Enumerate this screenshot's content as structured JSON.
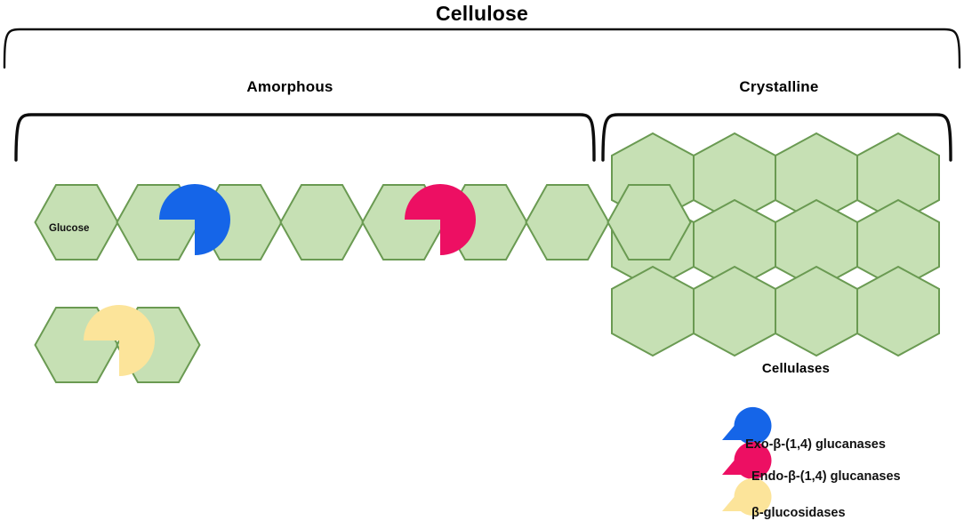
{
  "diagram": {
    "title": "Cellulose",
    "regions": [
      {
        "id": "amorphous",
        "label": "Amorphous"
      },
      {
        "id": "crystalline",
        "label": "Crystalline"
      }
    ],
    "monomer_label": "Glucose",
    "enzyme_group_label": "Cellulases",
    "colors": {
      "hexagon_fill": "#c6e0b4",
      "hexagon_stroke": "#6a9a52",
      "exo_glucanase": "#1565e8",
      "endo_glucanase": "#ed0f63",
      "beta_glucosidase": "#fce49a",
      "bracket": "#0d0d0d",
      "background": "#ffffff",
      "text": "#111111"
    },
    "amorphous_chain": {
      "hexagon_count": 8,
      "type": "flat-top-linear-chain"
    },
    "disaccharide": {
      "hexagon_count": 2,
      "type": "flat-top-linear-chain"
    },
    "crystalline_lattice": {
      "columns": 4,
      "rows": 3,
      "type": "pointy-top-stacked-grid"
    },
    "enzymes_on_chain": [
      {
        "name": "exo-beta-1-4-glucanase",
        "color": "#1565e8"
      },
      {
        "name": "endo-beta-1-4-glucanase",
        "color": "#ed0f63"
      },
      {
        "name": "beta-glucosidase",
        "color": "#fce49a"
      }
    ]
  },
  "legend": {
    "items": [
      {
        "label": "Exo-β-(1,4) glucanases",
        "color": "#1565e8",
        "icon": "pacman-icon"
      },
      {
        "label": "Endo-β-(1,4) glucanases",
        "color": "#ed0f63",
        "icon": "pacman-icon"
      },
      {
        "label": "β-glucosidases",
        "color": "#fce49a",
        "icon": "pacman-icon"
      }
    ]
  }
}
